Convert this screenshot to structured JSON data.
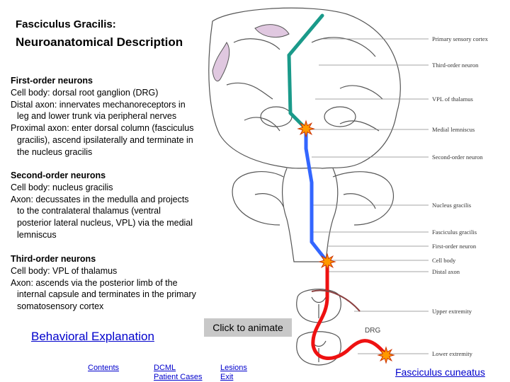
{
  "title": {
    "line1": "Fasciculus Gracilis:",
    "line2": "Neuroanatomical Description"
  },
  "first_order": {
    "heading": "First-order neurons",
    "lines": [
      "Cell body: dorsal root ganglion (DRG)",
      "Distal axon: innervates mechanoreceptors in",
      "leg and lower trunk via peripheral nerves",
      "Proximal axon: enter dorsal column (fasciculus",
      "gracilis), ascend ipsilaterally and terminate in",
      "the nucleus gracilis"
    ]
  },
  "second_order": {
    "heading": "Second-order neurons",
    "lines": [
      "Cell body: nucleus gracilis",
      "Axon: decussates in the medulla and projects",
      "to the contralateral thalamus (ventral",
      "posterior lateral nucleus, VPL) via the medial",
      "lemniscus"
    ]
  },
  "third_order": {
    "heading": "Third-order neurons",
    "lines": [
      "Cell body: VPL of thalamus",
      "Axon: ascends via the posterior limb of the",
      "internal capsule and terminates in the primary",
      "somatosensory cortex"
    ]
  },
  "links": {
    "behavioral": "Behavioral Explanation",
    "animate": "Click to animate",
    "contents": "Contents",
    "dcml_line1": "DCML",
    "dcml_line2": "Patient Cases",
    "lesions": "Lesions",
    "exit": "Exit",
    "cuneatus": "Fasciculus cuneatus"
  },
  "diagram_labels": {
    "cortex": "Primary sensory cortex",
    "third_neuron": "Third-order neuron",
    "vpl": "VPL of thalamus",
    "medial_lemniscus": "Medial lemniscus",
    "second_neuron": "Second-order neuron",
    "nucleus_gracilis": "Nucleus gracilis",
    "fasciculus_gracilis": "Fasciculus gracilis",
    "first_neuron": "First-order neuron",
    "cell_body": "Cell body",
    "distal_axon": "Distal axon",
    "upper_extremity": "Upper extremity",
    "drg": "DRG",
    "lower_extremity": "Lower extremity"
  },
  "colors": {
    "third_order": "#1a9a8a",
    "second_order": "#3366ff",
    "first_order": "#ee1111",
    "star": "#ff9900",
    "link": "#0000cc"
  }
}
